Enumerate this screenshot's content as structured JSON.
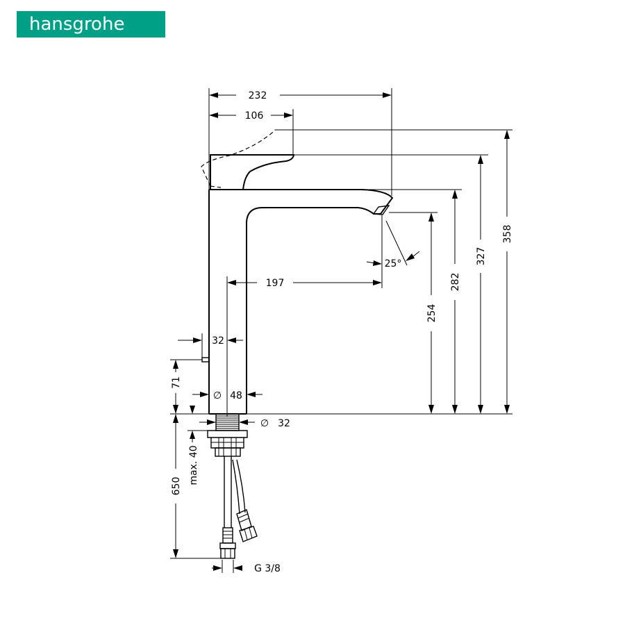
{
  "brand": {
    "name": "hansgrohe",
    "color": "#00a087"
  },
  "dimensions": {
    "d232": "232",
    "d106": "106",
    "d358": "358",
    "d327": "327",
    "d282": "282",
    "d254": "254",
    "d197": "197",
    "d25deg": "25°",
    "d32top": "32",
    "d71": "71",
    "d48": "48",
    "d32bottom": "32",
    "dmax40": "max. 40",
    "d650": "650",
    "dthread": "G 3/8",
    "diameter_symbol": "∅"
  }
}
